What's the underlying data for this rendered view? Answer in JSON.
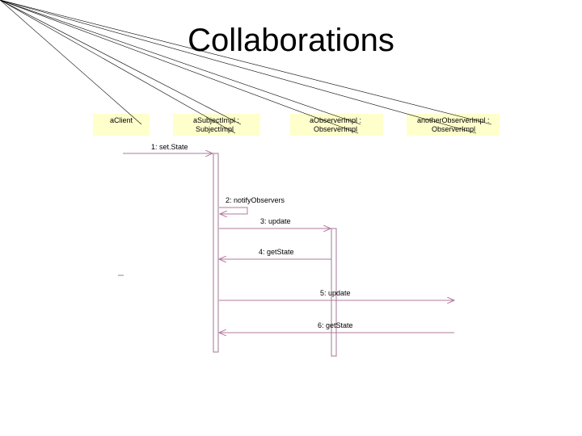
{
  "slide": {
    "title": "Collaborations"
  },
  "colors": {
    "object_box": "#ffffcc",
    "lifeline": "#a07a90",
    "message": "#b0789c",
    "text": "#000000"
  },
  "objects": [
    {
      "id": "client",
      "line1": "aClient",
      "line2": ""
    },
    {
      "id": "subject",
      "line1": "aSubjectImpl :",
      "line2": "SubjectImpl"
    },
    {
      "id": "observer",
      "line1": "aObserverImpl :",
      "line2": "ObserverImpl"
    },
    {
      "id": "another",
      "line1": "anotherObserverImpl :",
      "line2": "ObserverImpl"
    }
  ],
  "messages": [
    {
      "label": "1: set.State"
    },
    {
      "label": "2: notifyObservers"
    },
    {
      "label": "3: update"
    },
    {
      "label": "4: getState"
    },
    {
      "label": "5: update"
    },
    {
      "label": "6: getState"
    }
  ]
}
